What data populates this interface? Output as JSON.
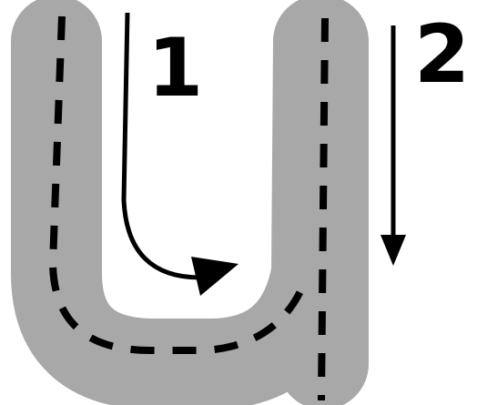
{
  "diagram": {
    "letter": "u",
    "steps": [
      {
        "number": "1",
        "stroke": "down-curve-right",
        "arrow": "curved-down-then-right"
      },
      {
        "number": "2",
        "stroke": "straight-down",
        "arrow": "straight-down"
      }
    ]
  },
  "colors": {
    "letter_fill": "#a8a8a8",
    "outline": "#000000",
    "guide_dash": "#000000",
    "background": "#ffffff"
  }
}
